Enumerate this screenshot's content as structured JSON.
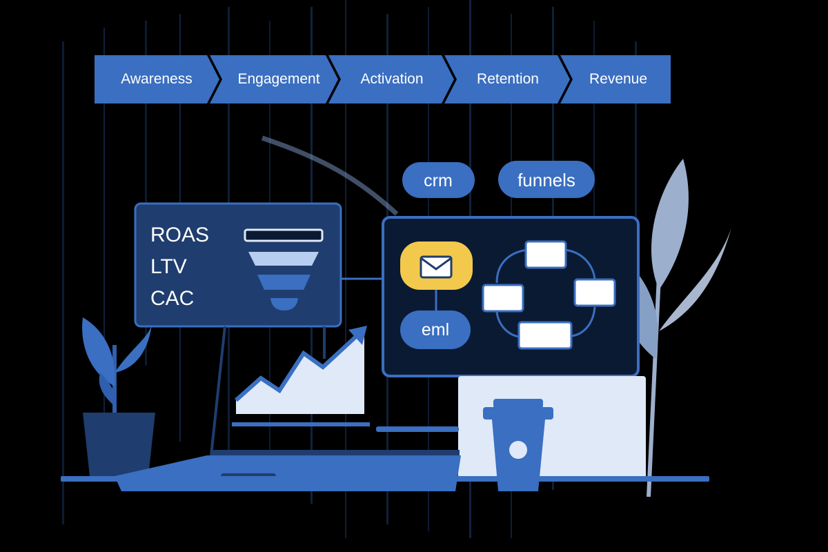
{
  "pipeline": {
    "stages": [
      "Awareness",
      "Engagement",
      "Activation",
      "Retention",
      "Revenue"
    ]
  },
  "tags": {
    "crm": "crm",
    "funnels": "funnels",
    "eml": "eml"
  },
  "metrics_panel": {
    "items": [
      "ROAS",
      "LTV",
      "CAC"
    ]
  },
  "colors": {
    "background": "#000000",
    "primary_blue": "#3a6fc1",
    "dark_navy": "#1f3d6e",
    "light_blue": "#dfe9f8",
    "accent_yellow": "#f2c94c"
  },
  "icons": [
    "mail-icon",
    "workflow-cycle-icon",
    "trend-chart-icon",
    "funnel-icon",
    "laptop-icon",
    "coffee-cup-icon",
    "potted-plant-icon",
    "leaf-plant-icon"
  ]
}
